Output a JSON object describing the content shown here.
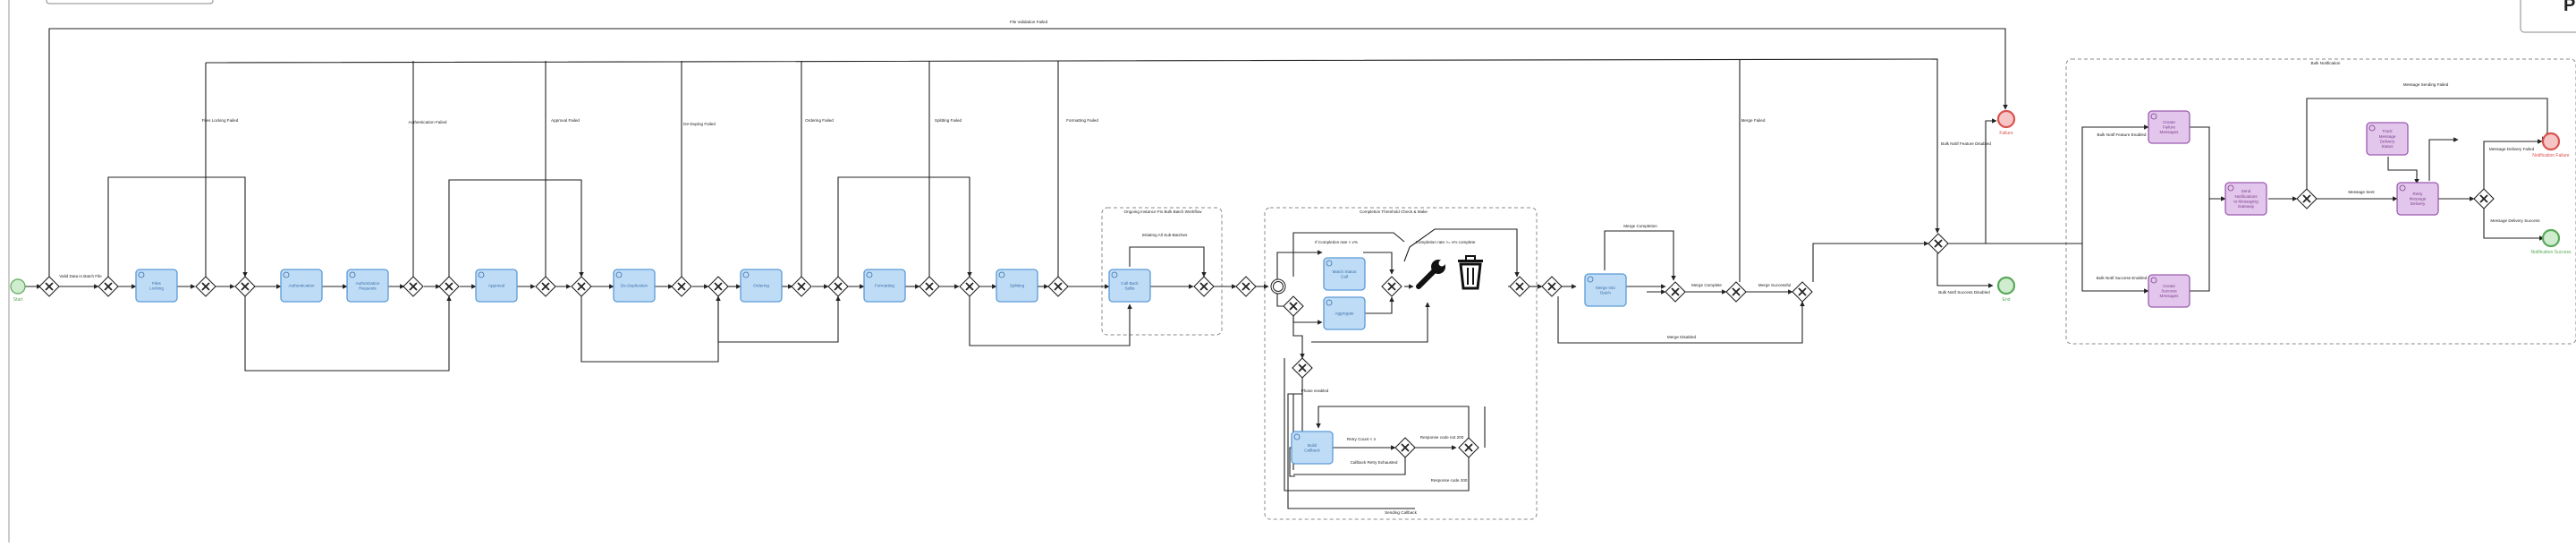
{
  "colors": {
    "task_fill": "#bfdcf7",
    "task_stroke": "#5a9ad6",
    "task_text": "#3a6ea5",
    "notify_fill": "#e3c6ec",
    "notify_stroke": "#9c5bb0",
    "notify_text": "#7a3f8c",
    "start_fill": "#cfeccf",
    "start_stroke": "#5aa95a",
    "end_error_fill": "#f6c6c6",
    "end_error_stroke": "#d9534f",
    "line": "#222222"
  },
  "events": {
    "start": "Start",
    "end_error": "Failure",
    "end_ok": "End",
    "notif_failure": "Notification Failure",
    "notif_success": "Notification Success"
  },
  "tasks": {
    "file_locking": "Files Locking",
    "authentication": "Authentication",
    "authorization": "Authorization Requests",
    "approval": "Approval",
    "de_duplication": "De-Duplication",
    "ordering": "Ordering",
    "formatting": "Formatting",
    "splitting": "Splitting",
    "call_back": "Call Back Splits",
    "match_status": "Match Status Call",
    "aggregate": "Aggregate",
    "build_callback": "Build Callback",
    "merge": "Merge Into Batch",
    "create_failure_msg": "Create Failure Messages",
    "send_notifications": "Send Notifications to Messaging Gateway",
    "track_messages": "Track Message Delivery Status",
    "retry_delivery": "Retry Message Delivery",
    "create_success_msg": "Create Success Messages"
  },
  "labels": {
    "file_validation": "File Validation Failed",
    "valid_data": "Valid Data in Batch File",
    "files_locking_failed": "Files Locking Failed",
    "authentication_failed": "Authentication Failed",
    "approval_failed": "Approval Failed",
    "dedup_failed": "De-Duping Failed",
    "ordering_failed": "Ordering Failed",
    "splitting_failed": "Splitting Failed",
    "formatting_failed": "Formatting Failed",
    "merge_failed": "Merge Failed",
    "bulk_notif_disabled": "Bulk Notif Feature Disabled",
    "bulk_notif_enabled": "Bulk Notif Feature Enabled",
    "bulk_notif_succ_disabled": "Bulk Notif Success Disabled",
    "bulk_notif_succ_enabled": "Bulk Notif Success Enabled",
    "sub_split_title": "Ongoing Instance Fin Bulk Batch Workflow",
    "sub_split_note": "Initiating All Sub-Batches",
    "sub_completion_title": "Completion Threshold Check & Make",
    "completion_lt": "If Completion rate < x%",
    "completion_gt": "Completion rate >= x% complete",
    "merge_completion": "Merge Completion",
    "merge_complete": "Merge Complete",
    "merge_successful": "Merge Successful",
    "merge_disabled": "Merge Disabled",
    "phase_enabled": "Phase enabled",
    "retry_count": "Retry Count < n",
    "callback_retry": "Callback Retry Exhausted",
    "response_code": "Response code not 200",
    "response_ok": "Response code 200",
    "sending_callback": "Sending Callback",
    "bulk_notification": "Bulk Notification",
    "msg_sending_failed": "Message Sending Failed",
    "message_sent": "Message Sent",
    "msg_delivery_failed": "Message Delivery Failed",
    "msg_delivery_success": "Message Delivery Success"
  }
}
